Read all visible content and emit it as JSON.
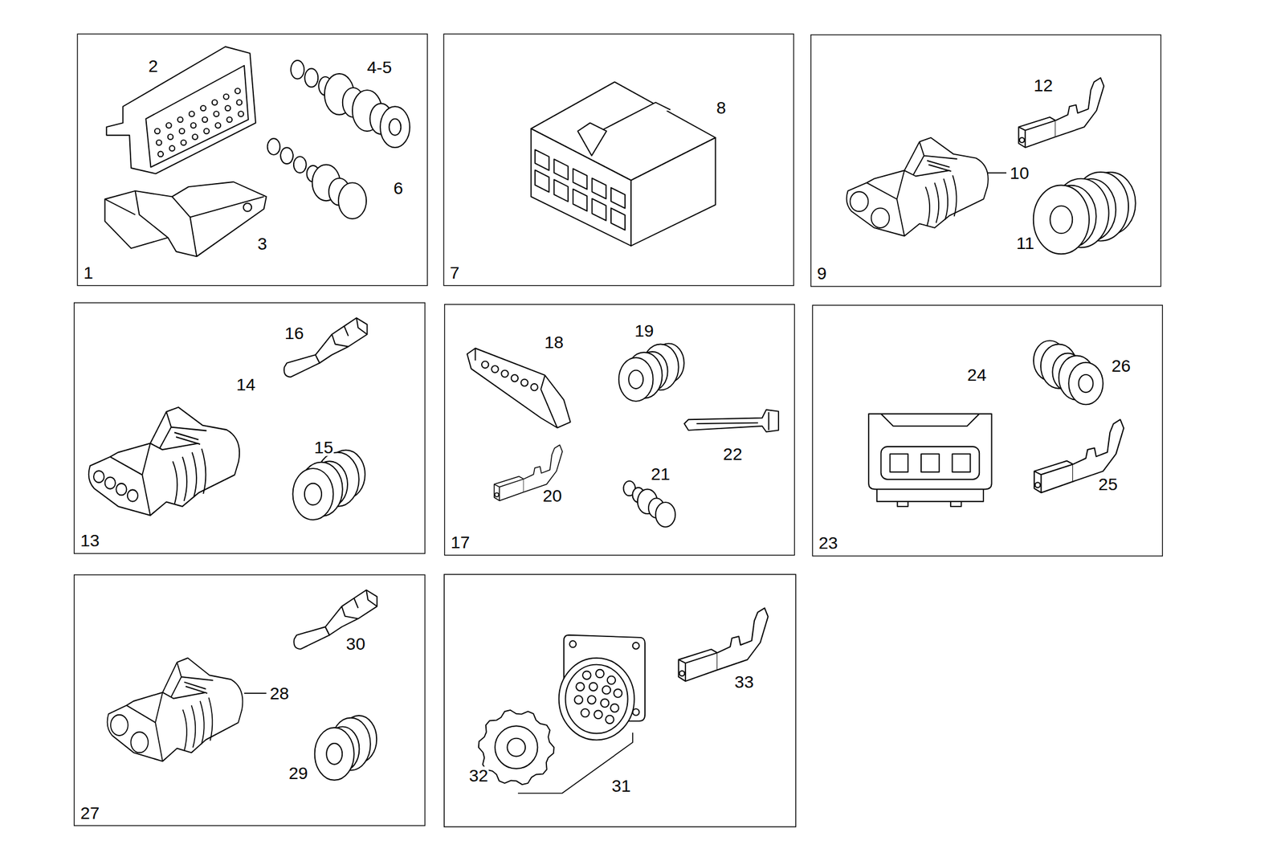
{
  "diagram": {
    "nodes": [
      {
        "text": [
          "1"
        ]
      },
      {
        "text": [
          "7"
        ]
      },
      {
        "text": [
          "9"
        ]
      },
      {
        "text": [
          "13"
        ]
      },
      {
        "text": [
          "17"
        ]
      },
      {
        "text": [
          "23"
        ]
      },
      {
        "text": [
          "27"
        ]
      }
    ],
    "labels": [
      "2",
      "4-5",
      "6",
      "3",
      "8",
      "12",
      "10",
      "11",
      "16",
      "14",
      "15",
      "18",
      "19",
      "22",
      "20",
      "21",
      "24",
      "26",
      "25",
      "30",
      "28",
      "29",
      "32",
      "31",
      "33"
    ]
  }
}
